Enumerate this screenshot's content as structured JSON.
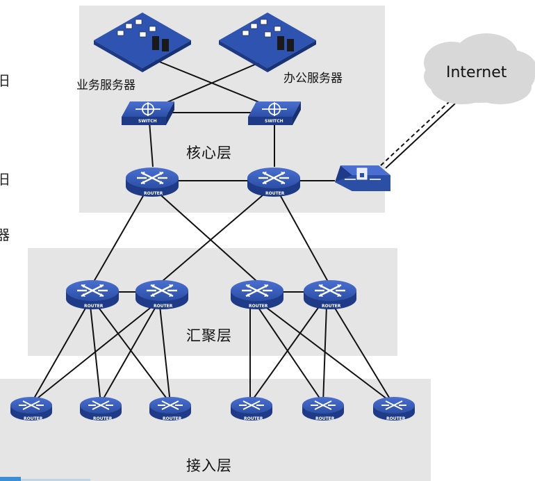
{
  "layers": {
    "core": "核心层",
    "aggregation": "汇聚层",
    "access": "接入层"
  },
  "servers": {
    "business": "业务服务器",
    "office": "办公服务器"
  },
  "internet": "Internet",
  "device_text": {
    "router": "ROUTER",
    "switch": "SWITCH"
  },
  "left_edge_chars": [
    "旧",
    "旧",
    "器"
  ],
  "colors": {
    "device": "#2c4fa6",
    "layer_bg": "#e5e5e5",
    "line": "#111111"
  }
}
